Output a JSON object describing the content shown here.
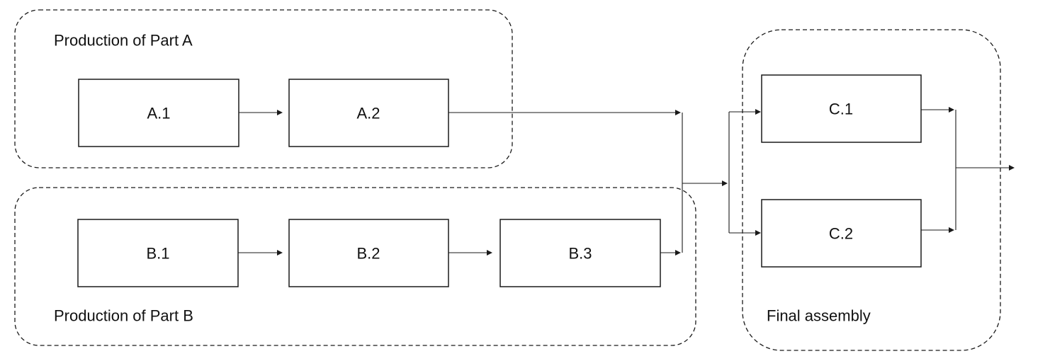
{
  "groups": {
    "part_a": {
      "label": "Production of Part A"
    },
    "part_b": {
      "label": "Production of Part B"
    },
    "assembly": {
      "label": "Final assembly"
    }
  },
  "steps": {
    "a1": "A.1",
    "a2": "A.2",
    "b1": "B.1",
    "b2": "B.2",
    "b3": "B.3",
    "c1": "C.1",
    "c2": "C.2"
  }
}
